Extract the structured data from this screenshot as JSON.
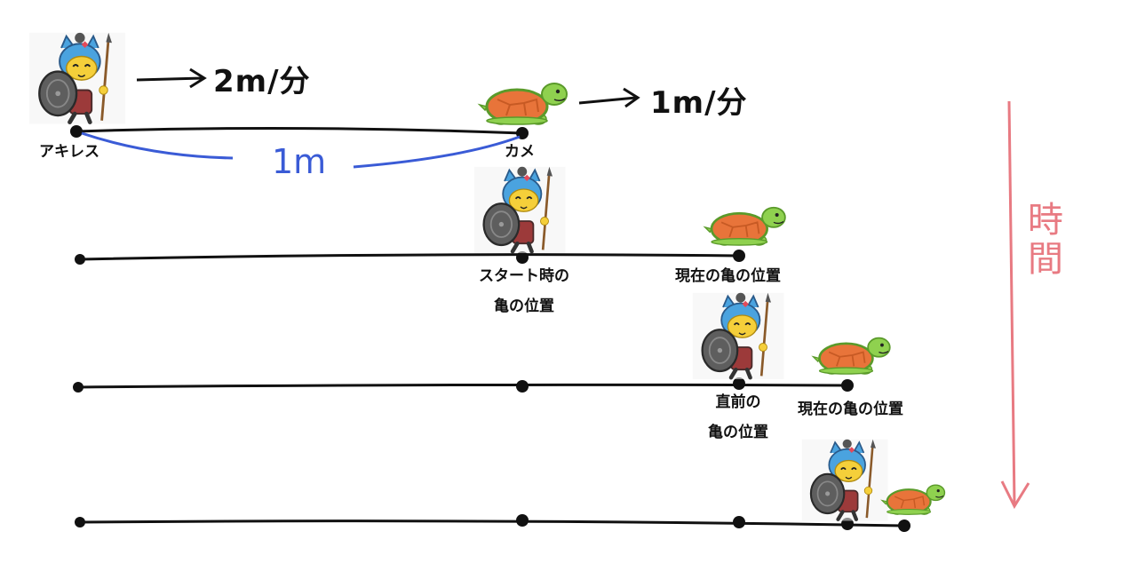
{
  "labels": {
    "achilles": "アキレス",
    "turtle": "カメ",
    "speed_achilles": "2m/分",
    "speed_turtle": "1m/分",
    "distance": "1m",
    "time": "時間",
    "row2_start_line1": "スタート時の",
    "row2_start_line2": "亀の位置",
    "row2_current": "現在の亀の位置",
    "row3_prev_line1": "直前の",
    "row3_prev_line2": "亀の位置",
    "row3_current": "現在の亀の位置"
  },
  "colors": {
    "line": "#111111",
    "distance": "#3a5bd6",
    "time_arrow": "#e87a82",
    "turtle_shell": "#e8743a",
    "turtle_body": "#8fd14f",
    "cat_face": "#f5cf3a",
    "cat_helmet": "#4aa3df"
  },
  "icons": {
    "achilles": "achilles-cat-warrior-icon",
    "turtle": "turtle-icon"
  }
}
